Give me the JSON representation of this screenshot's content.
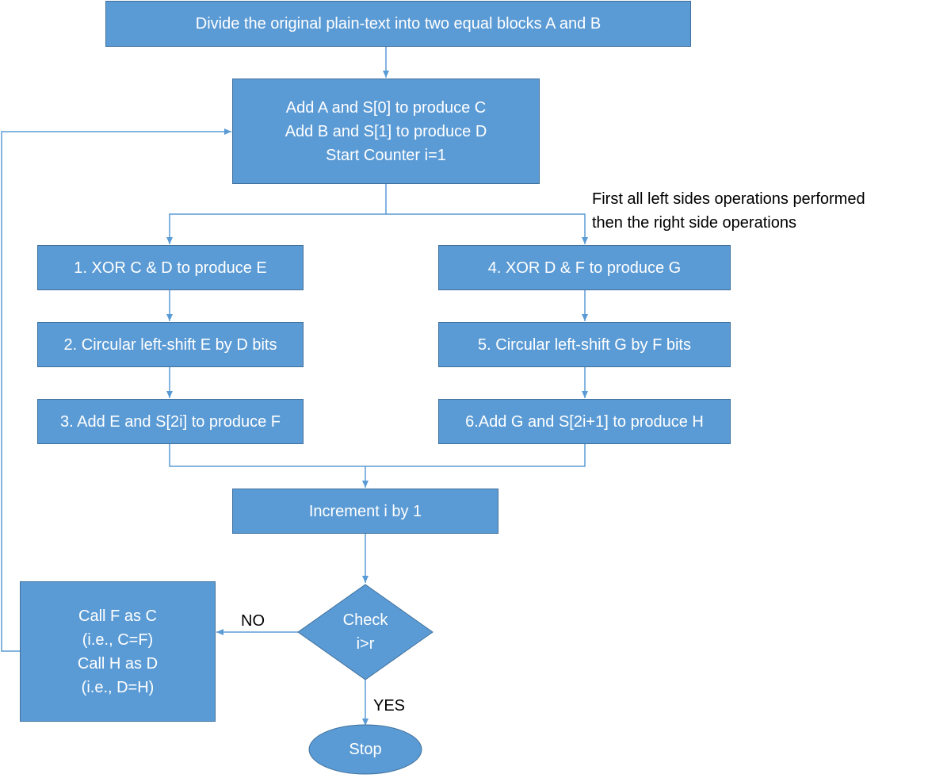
{
  "diagram": {
    "start_box": "Divide the original plain-text into two equal blocks A and B",
    "init_box": {
      "lines": [
        "Add A and S[0] to produce C",
        "Add B and S[1] to produce D",
        "Start Counter i=1"
      ]
    },
    "note": {
      "lines": [
        "First all left sides operations performed",
        "then the right side operations"
      ]
    },
    "left_steps": [
      "1. XOR C & D to produce E",
      "2. Circular left-shift E by D bits",
      "3. Add E and S[2i] to produce F"
    ],
    "right_steps": [
      "4. XOR D & F to produce G",
      "5. Circular left-shift G by F bits",
      "6.Add G and S[2i+1] to produce H"
    ],
    "increment_box": "Increment i by 1",
    "decision": {
      "lines": [
        "Check",
        "i>r"
      ]
    },
    "no_label": "NO",
    "yes_label": "YES",
    "reassign_box": {
      "lines": [
        "Call F as C",
        "(i.e., C=F)",
        "Call H as D",
        "(i.e., D=H)"
      ]
    },
    "stop": "Stop"
  },
  "colors": {
    "fill": "#5b9bd5",
    "border": "#41719c",
    "connector": "#5b9bd5",
    "text_on_fill": "#ffffff"
  }
}
